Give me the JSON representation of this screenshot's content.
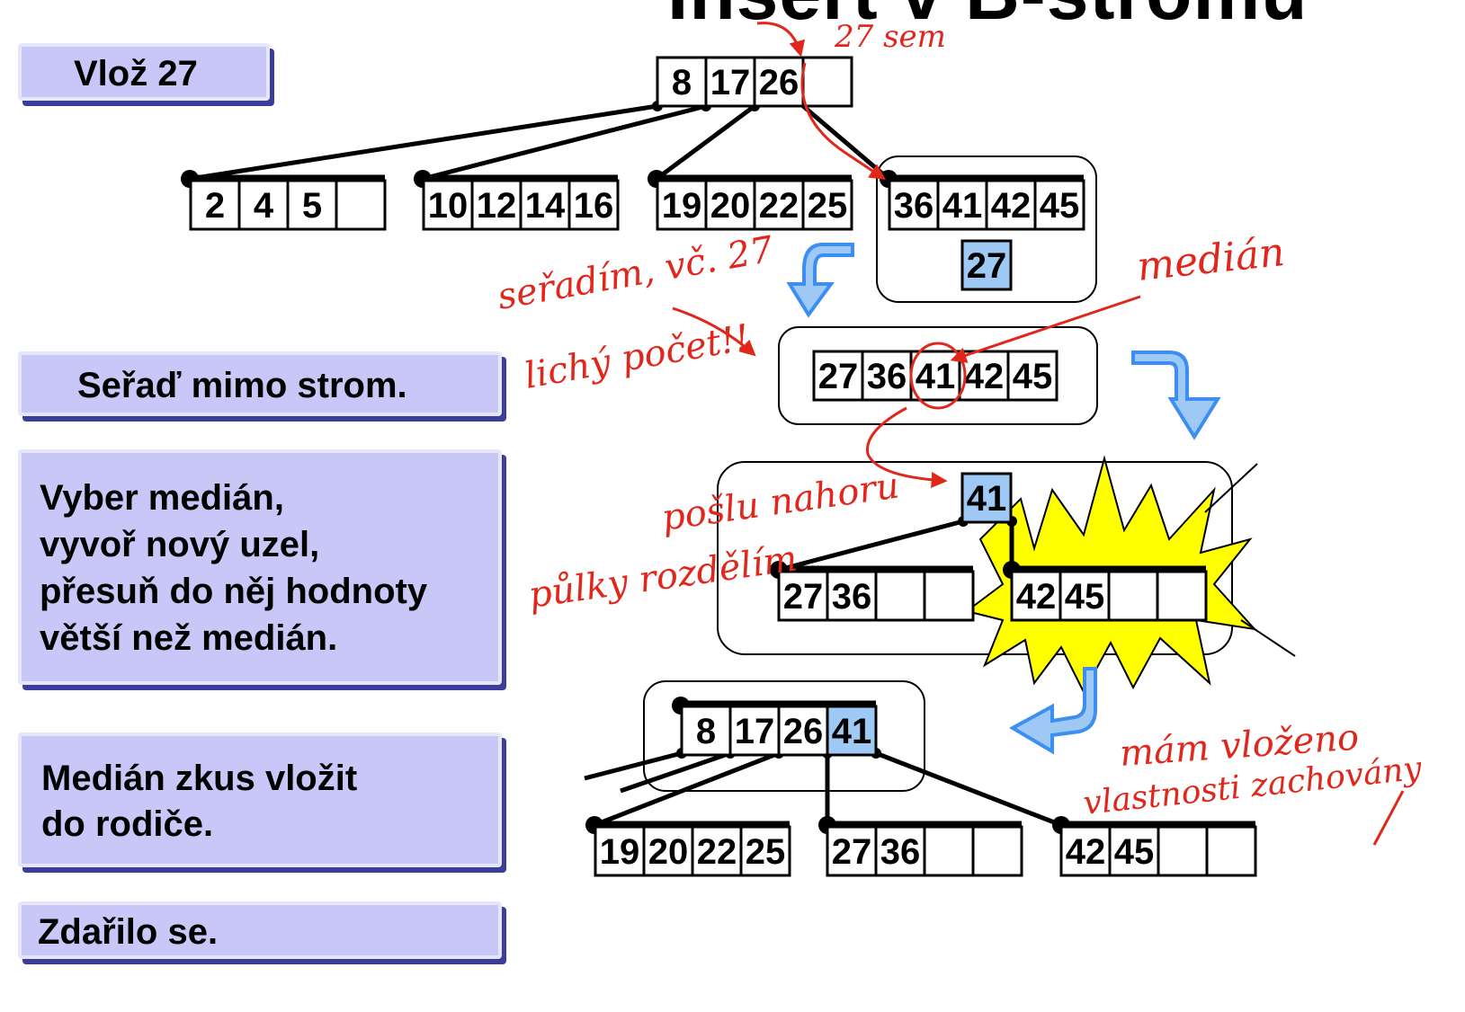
{
  "title": "Insert v B-stromu",
  "steps": [
    {
      "text": "Vlož 27"
    },
    {
      "text": "Seřaď mimo strom."
    },
    {
      "text": "Vyber medián,\nvyvoř nový uzel,\npřesuň do něj hodnoty\nvětší než medián."
    },
    {
      "text": "Medián zkus vložit\ndo rodiče."
    },
    {
      "text": "Zdařilo se."
    }
  ],
  "tree": {
    "root": [
      "8",
      "17",
      "26",
      ""
    ],
    "leaves": [
      [
        "2",
        "4",
        "5",
        ""
      ],
      [
        "10",
        "12",
        "14",
        "16"
      ],
      [
        "19",
        "20",
        "22",
        "25"
      ],
      [
        "36",
        "41",
        "42",
        "45"
      ]
    ],
    "inserted": "27",
    "sorted": [
      "27",
      "36",
      "41",
      "42",
      "45"
    ],
    "median": "41",
    "split_left": [
      "27",
      "36",
      "",
      ""
    ],
    "split_right": [
      "42",
      "45",
      "",
      ""
    ],
    "new_root": [
      "8",
      "17",
      "26",
      "41"
    ],
    "final_leaves": [
      [
        "19",
        "20",
        "22",
        "25"
      ],
      [
        "27",
        "36",
        "",
        ""
      ],
      [
        "42",
        "45",
        "",
        ""
      ]
    ]
  },
  "colors": {
    "step_bg": "#c9c7f7",
    "step_shadow": "#3a3d9a",
    "highlight_cell": "#9fc9f5",
    "arrow_blue": "#3c8ef0",
    "burst_yellow": "#ffff00",
    "handwriting_red": "#e1261c"
  },
  "annotations": [
    {
      "text": "27 sem"
    },
    {
      "text": "seřadím, vč. 27"
    },
    {
      "text": "lichý počet!!"
    },
    {
      "text": "medián"
    },
    {
      "text": "pošlu nahoru"
    },
    {
      "text": "půlky rozdělím"
    },
    {
      "text": "mám vloženo"
    },
    {
      "text": "vlastnosti zachovány"
    }
  ]
}
